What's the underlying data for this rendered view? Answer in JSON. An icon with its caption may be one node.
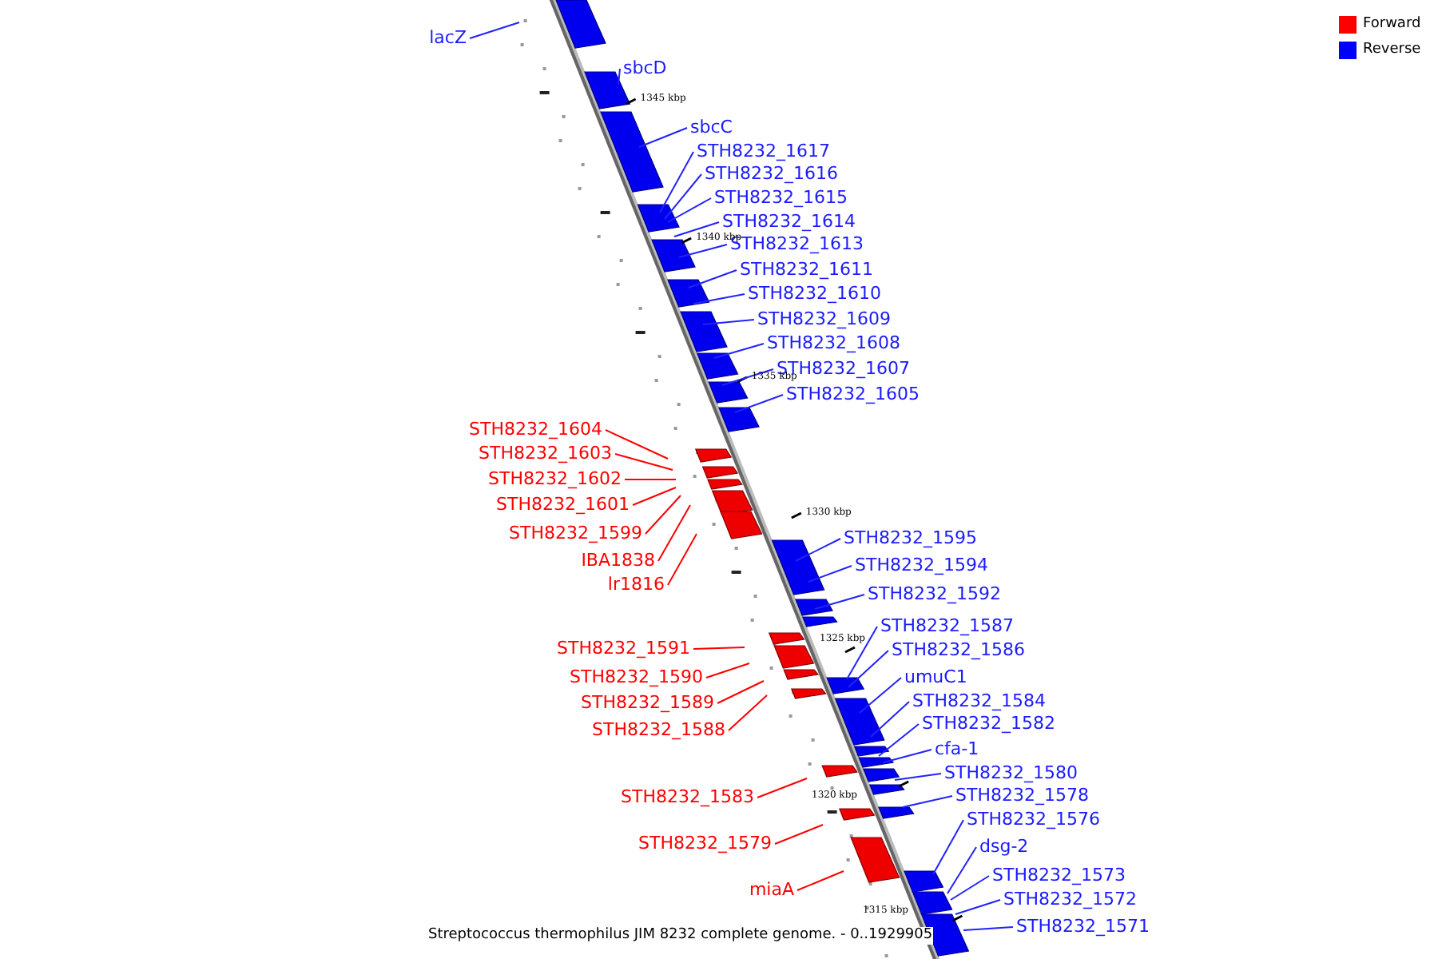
{
  "diagram": {
    "caption": "Streptococcus thermophilus JIM 8232 complete genome. - 0..1929905",
    "nodes": [
      {
        "text": [
          "lacZ"
        ]
      },
      {
        "text": [
          "sbcD"
        ]
      },
      {
        "text": [
          "sbcC"
        ]
      },
      {
        "text": [
          "STH8232_1617"
        ]
      },
      {
        "text": [
          "STH8232_1616"
        ]
      },
      {
        "text": [
          "STH8232_1615"
        ]
      },
      {
        "text": [
          "STH8232_1614"
        ]
      },
      {
        "text": [
          "STH8232_1613"
        ]
      },
      {
        "text": [
          "STH8232_1611"
        ]
      },
      {
        "text": [
          "STH8232_1610"
        ]
      },
      {
        "text": [
          "STH8232_1609"
        ]
      },
      {
        "text": [
          "STH8232_1608"
        ]
      },
      {
        "text": [
          "STH8232_1607"
        ]
      },
      {
        "text": [
          "STH8232_1605"
        ]
      },
      {
        "text": [
          "STH8232_1604"
        ]
      },
      {
        "text": [
          "STH8232_1603"
        ]
      },
      {
        "text": [
          "STH8232_1602"
        ]
      },
      {
        "text": [
          "STH8232_1601"
        ]
      },
      {
        "text": [
          "STH8232_1599"
        ]
      },
      {
        "text": [
          "IBA1838"
        ]
      },
      {
        "text": [
          "lr1816"
        ]
      },
      {
        "text": [
          "STH8232_1595"
        ]
      },
      {
        "text": [
          "STH8232_1594"
        ]
      },
      {
        "text": [
          "STH8232_1592"
        ]
      },
      {
        "text": [
          "STH8232_1591"
        ]
      },
      {
        "text": [
          "STH8232_1587"
        ]
      },
      {
        "text": [
          "STH8232_1586"
        ]
      },
      {
        "text": [
          "STH8232_1590"
        ]
      },
      {
        "text": [
          "umuC1"
        ]
      },
      {
        "text": [
          "STH8232_1589"
        ]
      },
      {
        "text": [
          "STH8232_1584"
        ]
      },
      {
        "text": [
          "STH8232_1588"
        ]
      },
      {
        "text": [
          "STH8232_1582"
        ]
      },
      {
        "text": [
          "cfa-1"
        ]
      },
      {
        "text": [
          "STH8232_1580"
        ]
      },
      {
        "text": [
          "STH8232_1583"
        ]
      },
      {
        "text": [
          "STH8232_1578"
        ]
      },
      {
        "text": [
          "STH8232_1576"
        ]
      },
      {
        "text": [
          "STH8232_1579"
        ]
      },
      {
        "text": [
          "dsg-2"
        ]
      },
      {
        "text": [
          "miaA"
        ]
      },
      {
        "text": [
          "STH8232_1573"
        ]
      },
      {
        "text": [
          "STH8232_1572"
        ]
      },
      {
        "text": [
          "STH8232_1571"
        ]
      }
    ],
    "edges": [
      {
        "from": 0,
        "to": null,
        "arrow": "none"
      },
      {
        "from": 1,
        "to": null,
        "arrow": "none"
      },
      {
        "from": 2,
        "to": null,
        "arrow": "none"
      },
      {
        "from": 3,
        "to": null,
        "arrow": "none"
      },
      {
        "from": 4,
        "to": null,
        "arrow": "none"
      },
      {
        "from": 5,
        "to": null,
        "arrow": "none"
      },
      {
        "from": 6,
        "to": null,
        "arrow": "none"
      },
      {
        "from": 7,
        "to": null,
        "arrow": "none"
      },
      {
        "from": 8,
        "to": null,
        "arrow": "none"
      },
      {
        "from": 9,
        "to": null,
        "arrow": "none"
      },
      {
        "from": 10,
        "to": null,
        "arrow": "none"
      },
      {
        "from": 11,
        "to": null,
        "arrow": "none"
      },
      {
        "from": 12,
        "to": null,
        "arrow": "none"
      },
      {
        "from": 13,
        "to": null,
        "arrow": "none"
      },
      {
        "from": 14,
        "to": null,
        "arrow": "none",
        "color": "#ff0000"
      },
      {
        "from": 15,
        "to": null,
        "arrow": "none",
        "color": "#ff0000"
      },
      {
        "from": 16,
        "to": null,
        "arrow": "none",
        "color": "#ff0000"
      },
      {
        "from": 17,
        "to": null,
        "arrow": "none",
        "color": "#ff0000"
      },
      {
        "from": 18,
        "to": null,
        "arrow": "none",
        "color": "#ff0000"
      },
      {
        "from": 19,
        "to": null,
        "arrow": "none",
        "color": "#ff0000"
      },
      {
        "from": 20,
        "to": null,
        "arrow": "none",
        "color": "#ff0000"
      },
      {
        "from": 21,
        "to": null,
        "arrow": "none"
      },
      {
        "from": 22,
        "to": null,
        "arrow": "none"
      },
      {
        "from": 23,
        "to": null,
        "arrow": "none"
      },
      {
        "from": 24,
        "to": null,
        "arrow": "none",
        "color": "#ff0000"
      },
      {
        "from": 25,
        "to": null,
        "arrow": "none"
      },
      {
        "from": 26,
        "to": null,
        "arrow": "none"
      },
      {
        "from": 27,
        "to": null,
        "arrow": "none",
        "color": "#ff0000"
      },
      {
        "from": 28,
        "to": null,
        "arrow": "none"
      },
      {
        "from": 29,
        "to": null,
        "arrow": "none",
        "color": "#ff0000"
      },
      {
        "from": 30,
        "to": null,
        "arrow": "none"
      },
      {
        "from": 31,
        "to": null,
        "arrow": "none",
        "color": "#ff0000"
      },
      {
        "from": 32,
        "to": null,
        "arrow": "none"
      },
      {
        "from": 33,
        "to": null,
        "arrow": "none"
      },
      {
        "from": 34,
        "to": null,
        "arrow": "none"
      },
      {
        "from": 35,
        "to": null,
        "arrow": "none",
        "color": "#ff0000"
      },
      {
        "from": 36,
        "to": null,
        "arrow": "none"
      },
      {
        "from": 37,
        "to": null,
        "arrow": "none"
      },
      {
        "from": 38,
        "to": null,
        "arrow": "none",
        "color": "#ff0000"
      },
      {
        "from": 39,
        "to": null,
        "arrow": "none"
      },
      {
        "from": 40,
        "to": null,
        "arrow": "none",
        "color": "#ff0000"
      },
      {
        "from": 41,
        "to": null,
        "arrow": "none"
      },
      {
        "from": 42,
        "to": null,
        "arrow": "none"
      },
      {
        "from": 43,
        "to": null,
        "arrow": "none"
      }
    ],
    "labels": [
      "1345 kbp",
      "1340 kbp",
      "1335 kbp",
      "1330 kbp",
      "1325 kbp",
      "1320 kbp",
      "1315 kbp"
    ],
    "legend": [
      {
        "text": "Forward",
        "color": "#ff0000"
      },
      {
        "text": "Reverse",
        "color": "#0000ff"
      }
    ]
  }
}
